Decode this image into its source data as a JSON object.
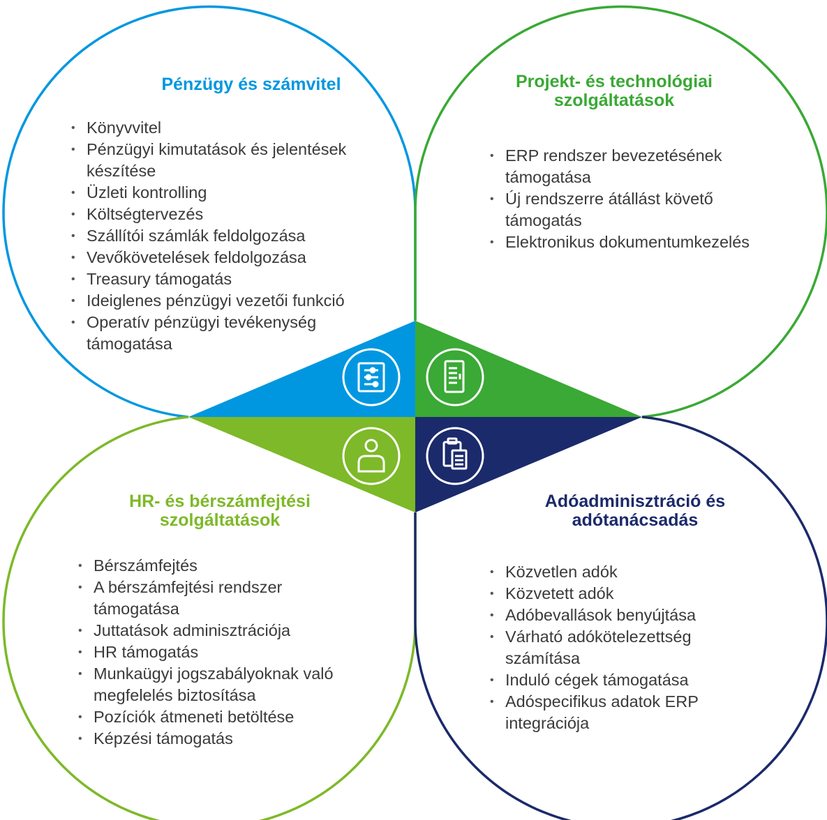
{
  "colors": {
    "finance_blue": "#0097e0",
    "project_green": "#3aa935",
    "hr_lime": "#7db928",
    "tax_navy": "#1b2a6b"
  },
  "quadrants": {
    "finance": {
      "title_lines": [
        "Pénzügy és számvitel"
      ],
      "icon": "abacus-icon",
      "items": [
        "Könyvvitel",
        "Pénzügyi kimutatások és jelentések készítése",
        "Üzleti kontrolling",
        "Költségtervezés",
        "Szállítói számlák feldolgozása",
        "Vevőkövetelések feldolgozása",
        "Treasury támogatás",
        "Ideiglenes pénzügyi vezetői funkció",
        "Operatív pénzügyi tevékenység támogatása"
      ]
    },
    "project": {
      "title_lines": [
        "Projekt- és technológiai",
        "szolgáltatások"
      ],
      "icon": "server-cabinet-icon",
      "items": [
        "ERP rendszer bevezetésének támogatása",
        "Új rendszerre átállást követő támogatás",
        "Elektronikus dokumentumkezelés"
      ]
    },
    "hr": {
      "title_lines": [
        "HR- és bérszámfejtési",
        "szolgáltatások"
      ],
      "icon": "person-icon",
      "items": [
        "Bérszámfejtés",
        "A bérszámfejtési rendszer támogatása",
        "Juttatások adminisztrációja",
        "HR támogatás",
        "Munkaügyi jogszabályoknak való megfelelés biztosítása",
        "Pozíciók átmeneti betöltése",
        "Képzési támogatás"
      ]
    },
    "tax": {
      "title_lines": [
        "Adóadminisztráció és",
        "adótanácsadás"
      ],
      "icon": "clipboard-icon",
      "items": [
        "Közvetlen adók",
        "Közvetett adók",
        "Adóbevallások benyújtása",
        "Várható adókötelezettség számítása",
        "Induló cégek támogatása",
        "Adóspecifikus adatok ERP integrációja"
      ]
    }
  }
}
